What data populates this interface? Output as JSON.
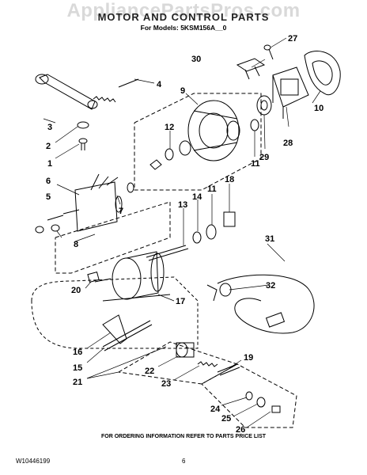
{
  "watermark": "AppliancePartsPros.com",
  "title": "MOTOR AND CONTROL PARTS",
  "models": "For Models: 5KSM156A__0",
  "footer_note": "FOR ORDERING INFORMATION REFER TO PARTS PRICE LIST",
  "document_number": "W10446199",
  "page_number": "6",
  "callouts": [
    "1",
    "2",
    "3",
    "4",
    "5",
    "6",
    "7",
    "8",
    "9",
    "10",
    "11",
    "11",
    "12",
    "13",
    "14",
    "15",
    "16",
    "17",
    "18",
    "19",
    "20",
    "21",
    "22",
    "23",
    "24",
    "25",
    "26",
    "27",
    "28",
    "29",
    "30",
    "31",
    "32"
  ]
}
